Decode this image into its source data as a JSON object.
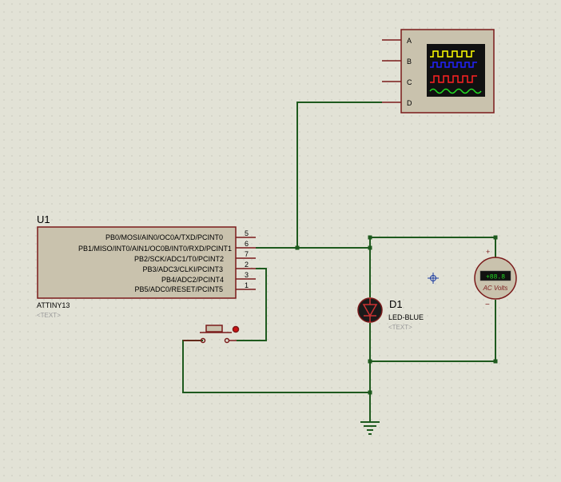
{
  "mcu": {
    "ref": "U1",
    "part": "ATTINY13",
    "text_placeholder": "<TEXT>",
    "pins": [
      {
        "label": "PB0/MOSI/AIN0/OC0A/TXD/PCINT0",
        "num": "5"
      },
      {
        "label": "PB1/MISO/INT0/AIN1/OC0B/INT0/RXD/PCINT1",
        "num": "6"
      },
      {
        "label": "PB2/SCK/ADC1/T0/PCINT2",
        "num": "7"
      },
      {
        "label": "PB3/ADC3/CLKI/PCINT3",
        "num": "2"
      },
      {
        "label": "PB4/ADC2/PCINT4",
        "num": "3"
      },
      {
        "label": "PB5/ADC0/RESET/PCINT5",
        "num": "1"
      }
    ]
  },
  "oscilloscope": {
    "channels": [
      "A",
      "B",
      "C",
      "D"
    ],
    "colors": [
      "#ffff00",
      "#2222ff",
      "#ff2222",
      "#22dd22"
    ]
  },
  "led": {
    "ref": "D1",
    "part": "LED-BLUE",
    "text_placeholder": "<TEXT>"
  },
  "voltmeter": {
    "display": "+88.8",
    "label": "AC Volts",
    "plus": "+",
    "minus": "−"
  },
  "colors": {
    "wire": "#1e5a1e",
    "component_body": "#c9c2ad",
    "component_border": "#7a1a1a",
    "pin": "#7a1a1a"
  }
}
